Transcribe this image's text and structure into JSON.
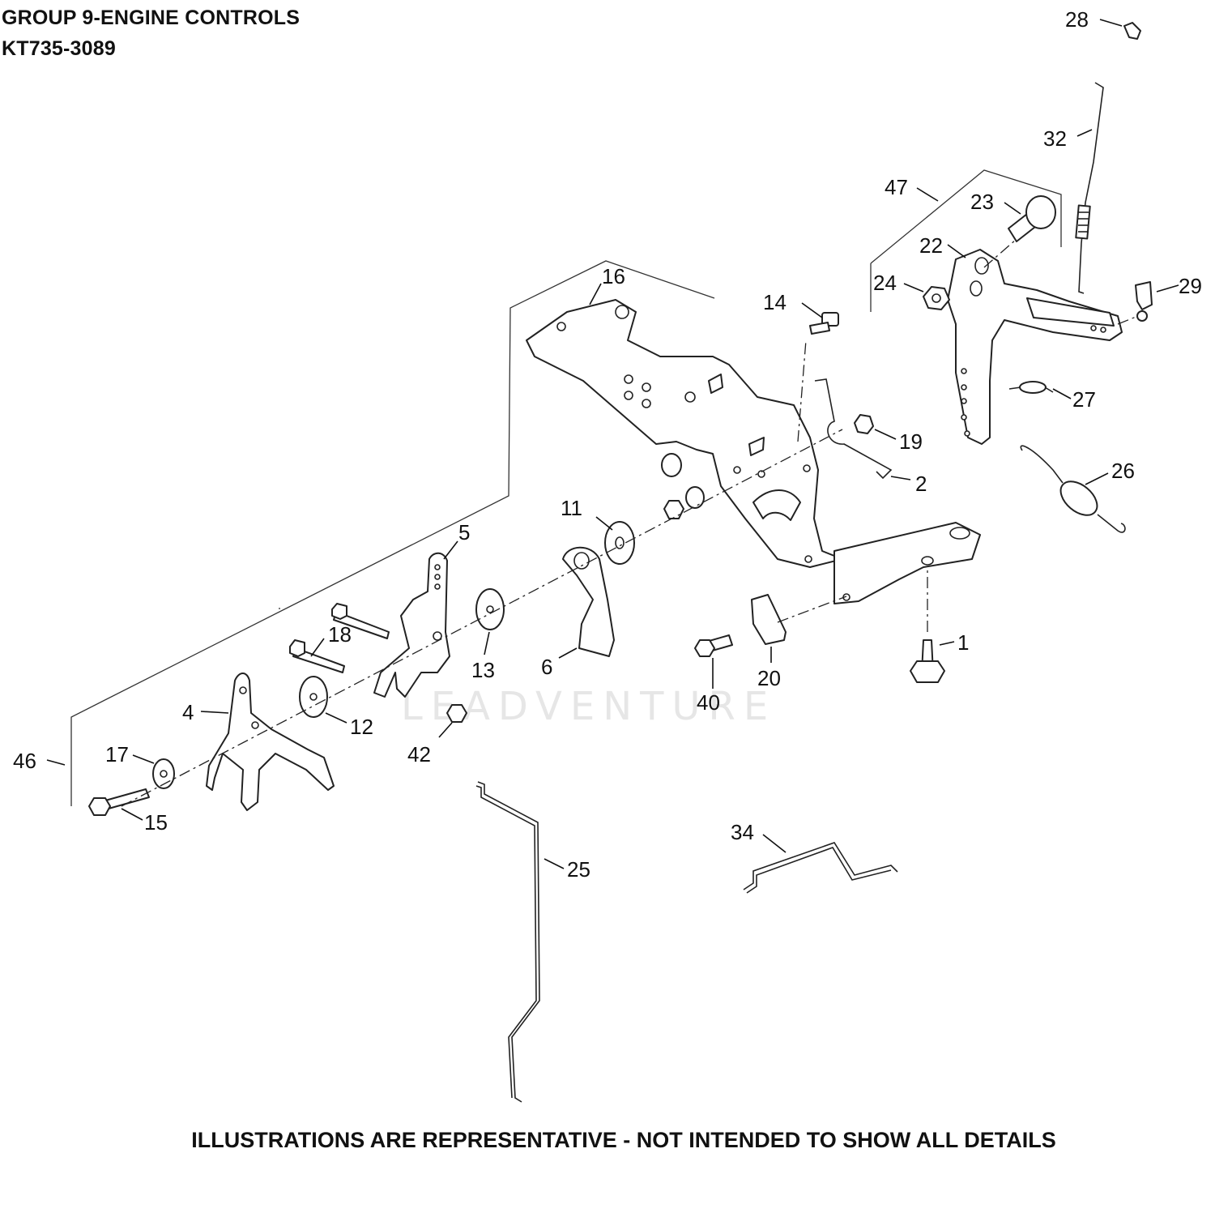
{
  "header": {
    "title": "GROUP 9-ENGINE CONTROLS",
    "model": "KT735-3089"
  },
  "footer": {
    "note": "ILLUSTRATIONS ARE REPRESENTATIVE - NOT INTENDED TO SHOW ALL DETAILS"
  },
  "watermark": "LEADVENTURE",
  "callouts": {
    "c1": "1",
    "c2": "2",
    "c4": "4",
    "c5": "5",
    "c6": "6",
    "c11": "11",
    "c12": "12",
    "c13": "13",
    "c14": "14",
    "c15": "15",
    "c16": "16",
    "c17": "17",
    "c18": "18",
    "c19": "19",
    "c20": "20",
    "c22": "22",
    "c23": "23",
    "c24": "24",
    "c25": "25",
    "c26": "26",
    "c27": "27",
    "c28": "28",
    "c29": "29",
    "c32": "32",
    "c34": "34",
    "c40": "40",
    "c42": "42",
    "c46": "46",
    "c47": "47"
  }
}
